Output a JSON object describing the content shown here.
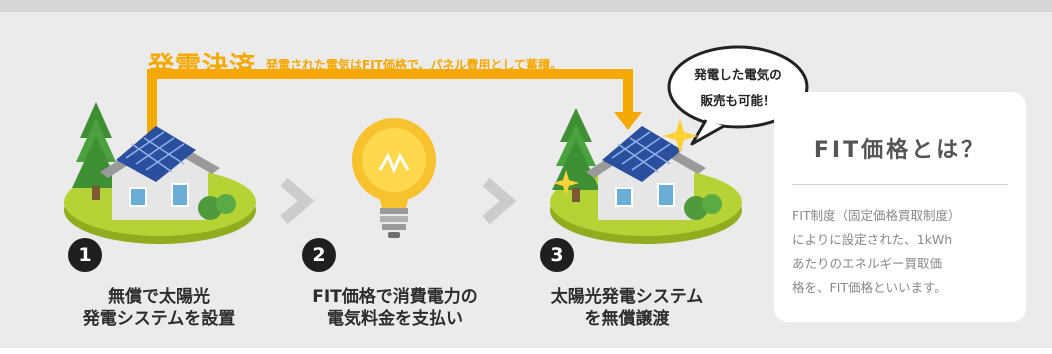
{
  "header": {
    "title": "発電決済",
    "subtitle": "発電された電気はFIT価格で、パネル費用として蓄積。"
  },
  "bubble": {
    "line1": "発電した電気の",
    "line2": "販売も可能！"
  },
  "steps": [
    {
      "number": "1",
      "line1": "無償で太陽光",
      "line2": "発電システムを設置",
      "icon": "house-with-solar-panel"
    },
    {
      "number": "2",
      "line1": "FIT価格で消費電力の",
      "line2": "電気料金を支払い",
      "icon": "light-bulb"
    },
    {
      "number": "3",
      "line1": "太陽光発電システム",
      "line2": "を無償譲渡",
      "icon": "house-with-solar-panel-sparkle"
    }
  ],
  "fit_card": {
    "title": "FIT価格とは？",
    "body_lines": [
      "FIT制度（固定価格買取制度）",
      "によりに設定された、1kWh",
      "あたりのエネルギー買取価",
      "格を、FIT価格といいます。"
    ]
  },
  "colors": {
    "accent": "#f5a800",
    "panel_bg": "#ebebeb",
    "grass": "#b5d334",
    "chevron": "#cccccc",
    "number_badge": "#1f1f1f"
  }
}
